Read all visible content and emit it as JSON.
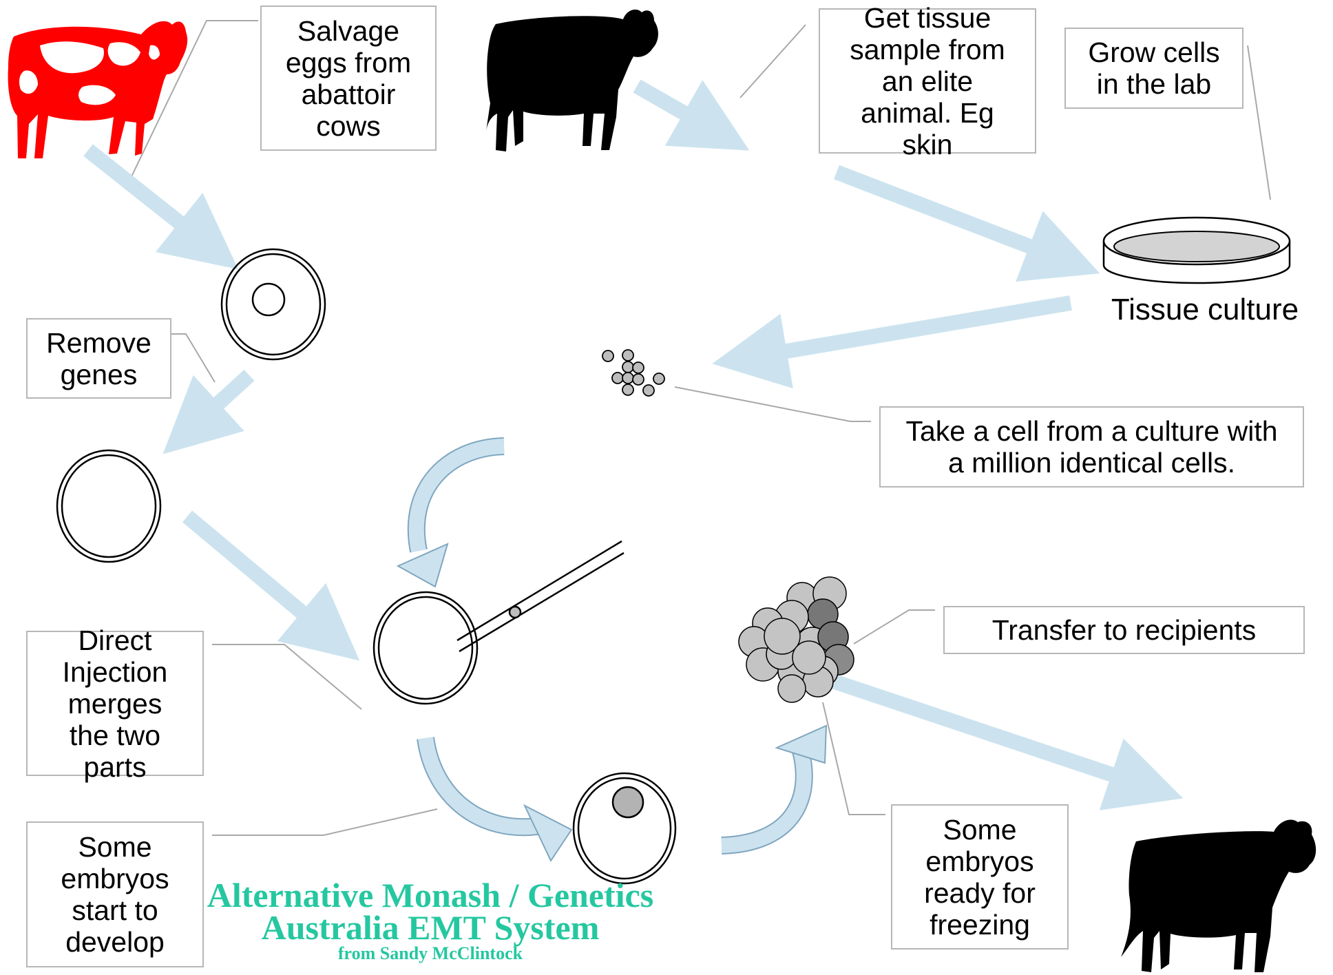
{
  "labels": {
    "salvage": "Salvage\neggs from\nabattoir\ncows",
    "tissue_sample": "Get tissue\nsample from\nan elite\nanimal. Eg\nskin",
    "grow_cells": "Grow cells\nin the lab",
    "tissue_culture": "Tissue culture",
    "remove_genes": "Remove\ngenes",
    "take_cell": "Take a cell from a culture with\na million identical cells.",
    "transfer": "Transfer to recipients",
    "direct_injection": "Direct\nInjection\nmerges\nthe two\nparts",
    "embryos_develop": "Some\nembryos\nstart to\ndevelop",
    "embryos_freezing": "Some\nembryos\nready for\nfreezing"
  },
  "credit": {
    "line1": "Alternative Monash / Genetics",
    "line2": "Australia EMT System",
    "line3": "from Sandy McClintock"
  },
  "colors": {
    "arrow": "#cce3ef",
    "arrow_outline": "#7fa6bf",
    "red_cow": "#ff0000",
    "black_cow": "#000000",
    "leader": "#a8a8a8",
    "credit": "#25c7a0",
    "cell_fill": "#bdbdbd",
    "cell_dark": "#8a8a8a"
  }
}
